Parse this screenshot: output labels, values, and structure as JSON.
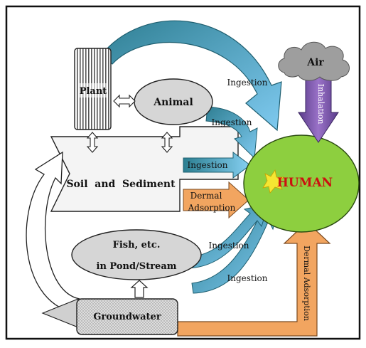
{
  "nodes": {
    "plant": "Plant",
    "animal": "Animal",
    "air": "Air",
    "human": "HUMAN",
    "soil": "Soil  and  Sediment",
    "fish_line1": "Fish, etc.",
    "fish_line2": "in Pond/Stream",
    "groundwater": "Groundwater"
  },
  "pathways": {
    "ingestion_plant": "Ingestion",
    "ingestion_animal": "Ingestion",
    "ingestion_soil": "Ingestion",
    "dermal_soil_line1": "Dermal",
    "dermal_soil_line2": "Adsorption",
    "ingestion_fish": "Ingestion",
    "ingestion_groundwater": "Ingestion",
    "inhalation": "Inhalation",
    "dermal_groundwater": "Dermal Adsorption"
  },
  "colors": {
    "arrow_blue": "#4aa8d8",
    "arrow_teal": "#3a8fa0",
    "human_fill": "#8dcf3f",
    "human_text": "#cc1010",
    "inhalation_purple": "#7a4fa8",
    "dermal_orange": "#f2a560",
    "soil_fill": "#f2f2f2",
    "node_gray": "#d9d9d9"
  }
}
